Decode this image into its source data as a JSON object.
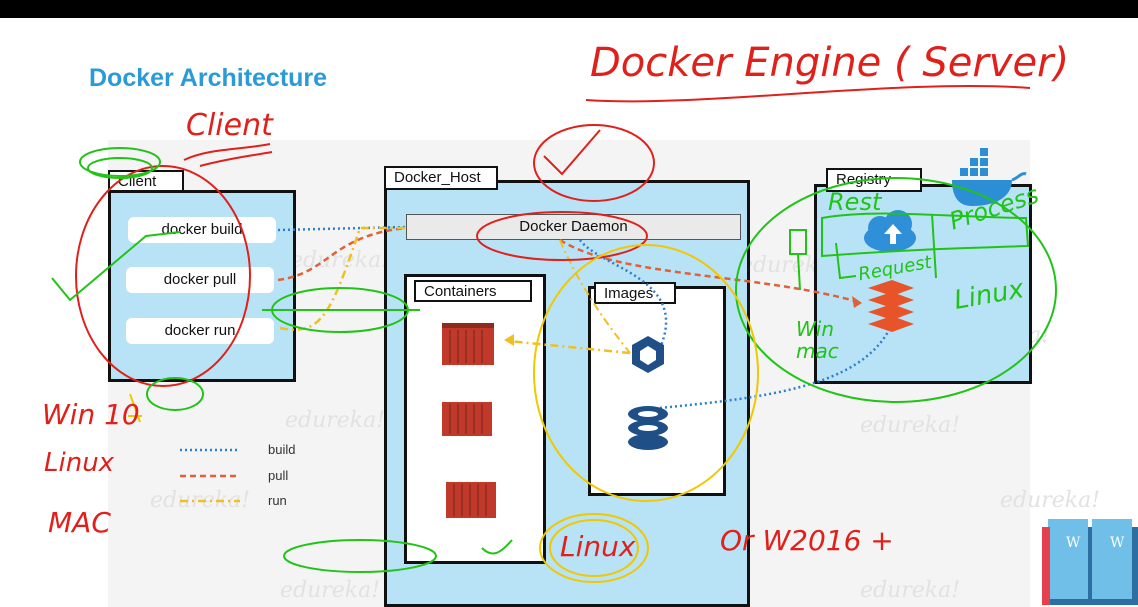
{
  "title": "Docker Architecture",
  "client": {
    "label": "Client",
    "commands": [
      "docker build",
      "docker pull",
      "docker run"
    ]
  },
  "host": {
    "label": "Docker_Host",
    "daemon": "Docker Daemon",
    "containers_label": "Containers",
    "images_label": "Images"
  },
  "registry": {
    "label": "Registry"
  },
  "legend": [
    {
      "label": "build",
      "color": "#2b7fd0",
      "style": "dotted"
    },
    {
      "label": "pull",
      "color": "#e0603a",
      "style": "dashed"
    },
    {
      "label": "run",
      "color": "#f0c020",
      "style": "dash-dot"
    }
  ],
  "watermark": "edureka!",
  "annotations": {
    "engine": "Docker Engine ( Server)",
    "client_note": "Client",
    "win": "Win 10",
    "linux_left": "Linux",
    "mac_left": "MAC",
    "linux_bottom": "Linux",
    "or_text": "Or W2016 +",
    "rest": "Rest",
    "request": "Request",
    "process": "Process",
    "linux_right": "Linux",
    "win_mac": "Win mac"
  },
  "colors": {
    "title": "#2a9ad8",
    "box_fill": "#b8e3f6",
    "container": "#c0392b",
    "registry_layers": "#e8542a",
    "cloud": "#2f8fd8",
    "image_icon": "#1f4f86",
    "pen_red": "#e0201b",
    "pen_green": "#21c416",
    "pen_yellow": "#f0c800"
  }
}
